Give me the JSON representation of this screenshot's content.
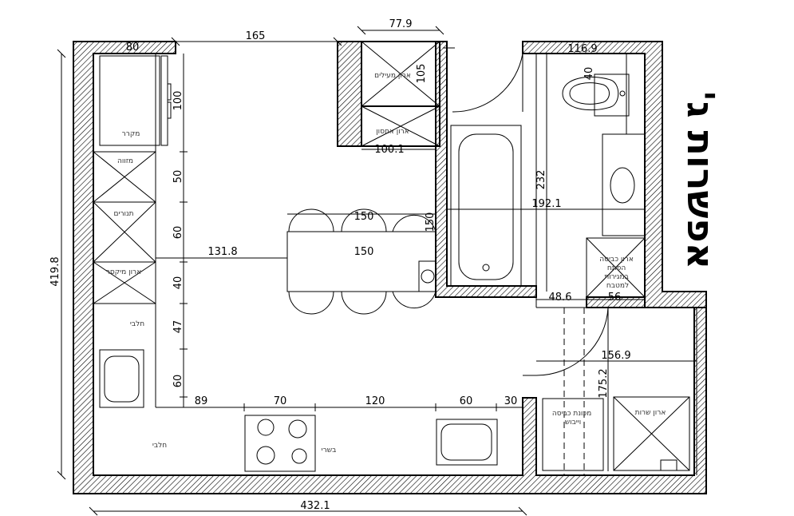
{
  "title_annotation": "אפשרות ג'",
  "labels": {
    "fridge": "מקרר",
    "pantry": "מזווה",
    "ovens": "תנורים",
    "mixer_cabinet": "ארון מיקסר",
    "dairy_1": "חלבי",
    "dairy_2": "חלבי",
    "meat": "בשרי",
    "coat_closet": "ארון מעילים",
    "storage_closet": "ארון אחסון",
    "laundry_cabinet": [
      "ארון כביסה",
      "הפתח",
      "במגירות",
      "למטבח"
    ],
    "washer_dryer": [
      "מכונת כביסה",
      "וייבוש"
    ],
    "service_closet": "ארון שרות"
  },
  "dimensions": {
    "top_wall": "80",
    "top_span": "165",
    "closet_width": "77.9",
    "closet_depth": "105",
    "fridge": "100",
    "closet_bottom": "100.1",
    "bath_top": "116.9",
    "toilet": "40",
    "pantry": "50",
    "ovens": "60",
    "mixer": "40",
    "dairy_gap": "47",
    "sink_col": "60",
    "aisle": "131.8",
    "island_top": "150",
    "island": "150",
    "island_side": "150",
    "bath_length": "232",
    "bath_width": "192.1",
    "door_a": "48.6",
    "door_b": "56",
    "laundry_width": "156.9",
    "laundry_depth": "175.2",
    "total_height": "419.8",
    "counter_1": "89",
    "counter_stove": "70",
    "counter_mid": "120",
    "counter_sink": "60",
    "counter_end": "30",
    "total_width": "432.1"
  }
}
